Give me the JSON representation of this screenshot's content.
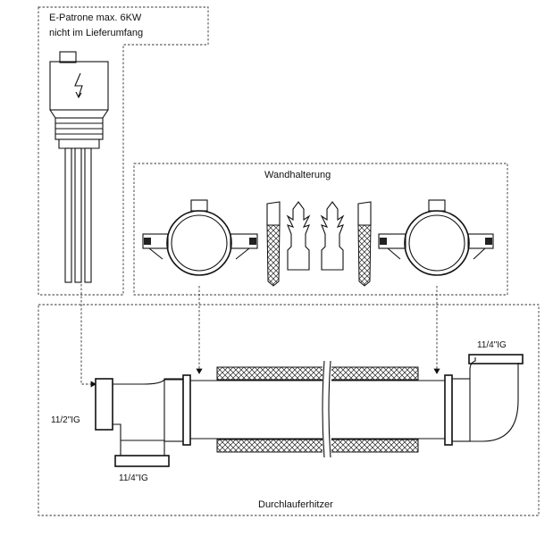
{
  "labels": {
    "heater_line1": "E-Patrone max. 6KW",
    "heater_line2": "nicht im Lieferumfang",
    "wall_mount": "Wandhalterung",
    "unit": "Durchlauferhitzer",
    "inlet_left": "11/2\"IG",
    "outlet_bottom": "11/4\"IG",
    "outlet_top": "11/4\"IG"
  },
  "colors": {
    "line": "#111111",
    "dash": "#333333",
    "background": "#ffffff"
  },
  "icons": {
    "heater": "lightning-bolt-icon"
  }
}
